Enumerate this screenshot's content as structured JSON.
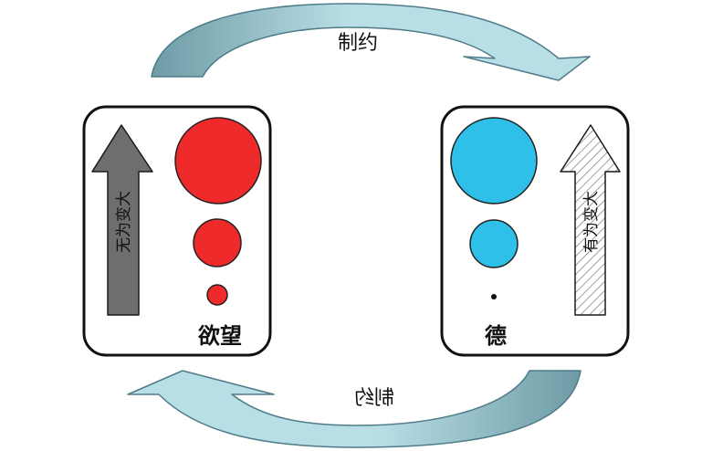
{
  "arrows": {
    "top_label": "制约",
    "bottom_label": "制约"
  },
  "left_box": {
    "title": "欲望",
    "arrow_text": "无为变大",
    "circle_color": "#ee2a2a",
    "arrow_color": "#6d6e70"
  },
  "right_box": {
    "title": "德",
    "arrow_text": "有为变大",
    "circle_color": "#2ec0e8"
  },
  "colors": {
    "arrow_light": "#b9dfe6",
    "arrow_dark": "#6e9ba6",
    "box_stroke": "#111111"
  }
}
